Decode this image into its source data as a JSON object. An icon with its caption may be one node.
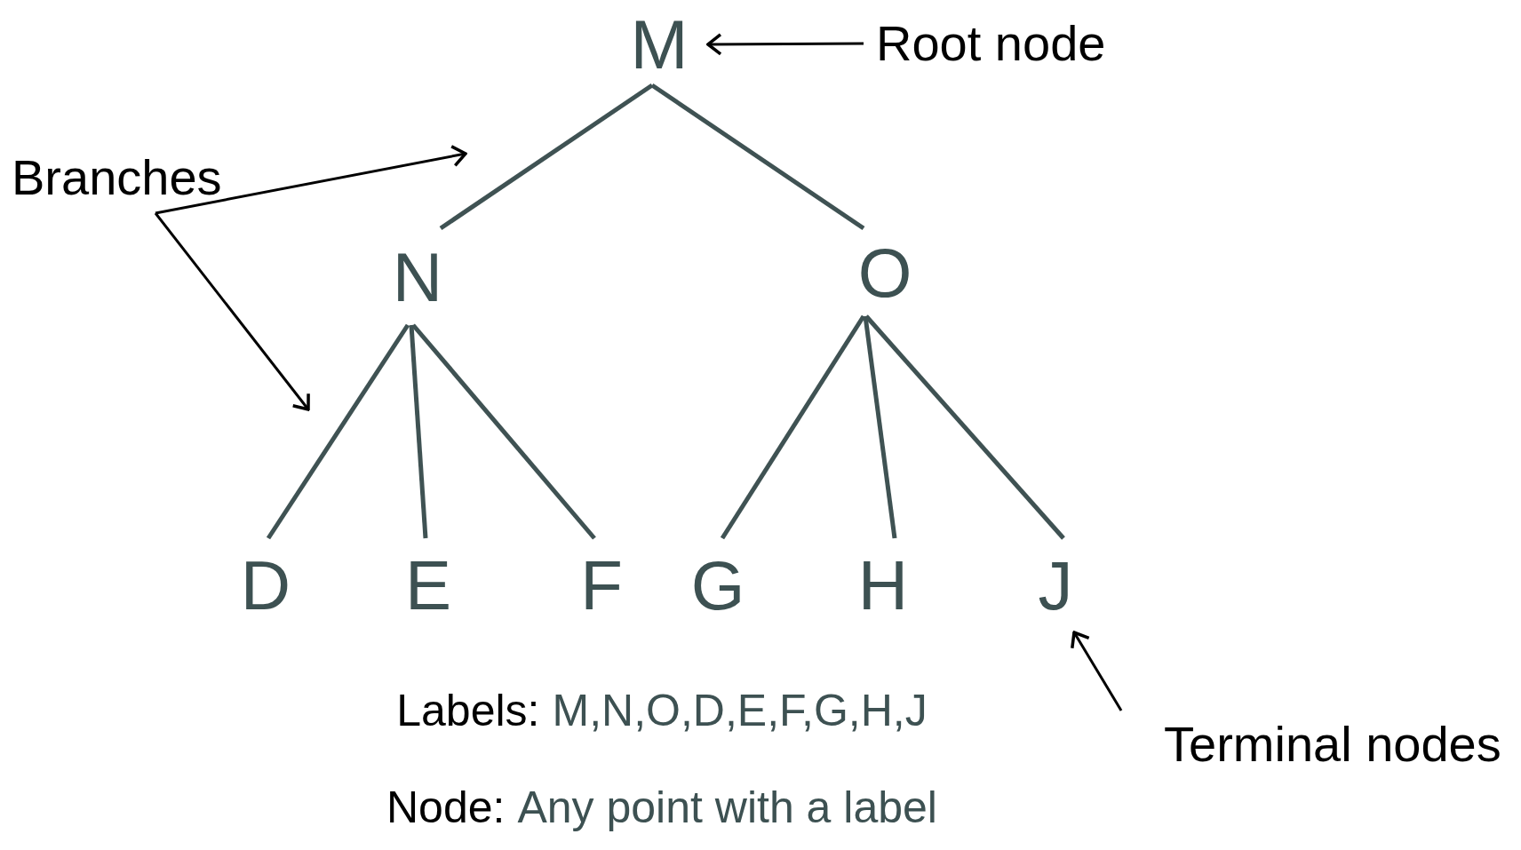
{
  "diagram": {
    "nodes": [
      {
        "text": [
          "M"
        ]
      },
      {
        "text": [
          "N"
        ]
      },
      {
        "text": [
          "O"
        ]
      },
      {
        "text": [
          "D"
        ]
      },
      {
        "text": [
          "E"
        ]
      },
      {
        "text": [
          "F"
        ]
      },
      {
        "text": [
          "G"
        ]
      },
      {
        "text": [
          "H"
        ]
      },
      {
        "text": [
          "J"
        ]
      },
      {
        "text": [
          "Root node"
        ]
      },
      {
        "text": [
          "Branches"
        ]
      },
      {
        "text": [
          "Terminal nodes"
        ]
      }
    ],
    "edges": [
      {
        "from": 0,
        "to": 1,
        "arrow": "none"
      },
      {
        "from": 0,
        "to": 2,
        "arrow": "none"
      },
      {
        "from": 1,
        "to": 3,
        "arrow": "none"
      },
      {
        "from": 1,
        "to": 4,
        "arrow": "none"
      },
      {
        "from": 1,
        "to": 5,
        "arrow": "none"
      },
      {
        "from": 2,
        "to": 6,
        "arrow": "none"
      },
      {
        "from": 2,
        "to": 7,
        "arrow": "none"
      },
      {
        "from": 2,
        "to": 8,
        "arrow": "none"
      },
      {
        "from": 9,
        "to": 0,
        "arrow": "to",
        "color": "#000000"
      },
      {
        "from": 10,
        "to": null,
        "arrow": "to",
        "color": "#000000"
      },
      {
        "from": 10,
        "to": null,
        "arrow": "to",
        "color": "#000000"
      },
      {
        "from": 11,
        "to": 8,
        "arrow": "to",
        "color": "#000000"
      }
    ],
    "labels": [
      "Labels:",
      "M,N,O,D,E,F,G,H,J",
      "Node:",
      "Any point with a label"
    ]
  }
}
